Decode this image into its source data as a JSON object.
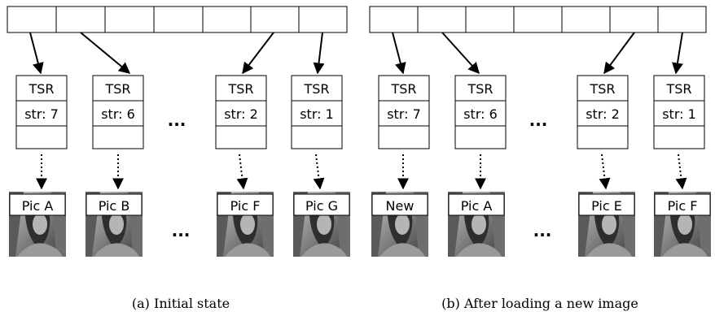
{
  "colors": {
    "stroke": "#000000",
    "background": "#ffffff",
    "photo": "#8a8a8a"
  },
  "icons": {
    "thumbnail": "grayscale-portrait-photo-thumbnail"
  },
  "ellipsis": "...",
  "panels": [
    {
      "caption": "(a) Initial state",
      "slot_count": 7,
      "tsr_boxes": [
        {
          "title": "TSR",
          "strength": "str: 7",
          "image": "Pic A"
        },
        {
          "title": "TSR",
          "strength": "str: 6",
          "image": "Pic B"
        },
        {
          "title": "TSR",
          "strength": "str: 2",
          "image": "Pic F"
        },
        {
          "title": "TSR",
          "strength": "str: 1",
          "image": "Pic G"
        }
      ]
    },
    {
      "caption": "(b) After loading a new image",
      "slot_count": 7,
      "tsr_boxes": [
        {
          "title": "TSR",
          "strength": "str: 7",
          "image": "New"
        },
        {
          "title": "TSR",
          "strength": "str: 6",
          "image": "Pic A"
        },
        {
          "title": "TSR",
          "strength": "str: 2",
          "image": "Pic E"
        },
        {
          "title": "TSR",
          "strength": "str: 1",
          "image": "Pic F"
        }
      ]
    }
  ]
}
